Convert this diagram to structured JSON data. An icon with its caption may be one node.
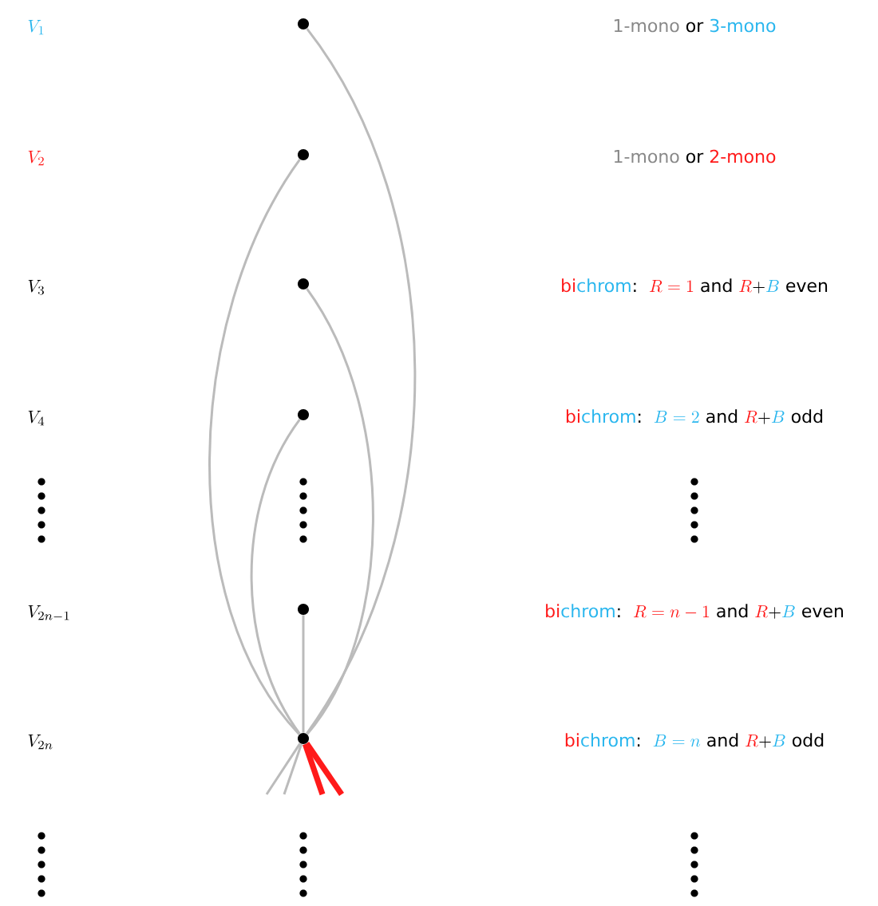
{
  "diagram": {
    "nodes": [
      {
        "text": [],
        "shape": "circle"
      },
      {
        "text": [],
        "shape": "circle"
      },
      {
        "text": [],
        "shape": "circle"
      },
      {
        "text": [],
        "shape": "circle"
      },
      {
        "text": [],
        "shape": "circle"
      },
      {
        "text": [],
        "shape": "circle"
      }
    ],
    "edges": [
      {
        "from": 5,
        "to": 0,
        "arrow": "none"
      },
      {
        "from": 5,
        "to": 1,
        "arrow": "none"
      },
      {
        "from": 5,
        "to": 2,
        "arrow": "none"
      },
      {
        "from": 5,
        "to": 3,
        "arrow": "none"
      },
      {
        "from": 5,
        "to": 4,
        "arrow": "none"
      },
      {
        "from": 5,
        "to": null,
        "arrow": "none"
      },
      {
        "from": 5,
        "to": null,
        "arrow": "none"
      },
      {
        "from": 5,
        "to": null,
        "arrow": "none",
        "style": "thick",
        "color": "#ff1a1a"
      },
      {
        "from": 5,
        "to": null,
        "arrow": "none",
        "style": "thick",
        "color": "#ff1a1a"
      }
    ],
    "labels": [
      "V_1",
      "1-mono",
      "or",
      "3-mono",
      "V_2",
      "1-mono",
      "or",
      "2-mono",
      "V_3",
      "bi",
      "chrom",
      ":",
      "R=1",
      "and",
      "R",
      "+",
      "B",
      "even",
      "V_4",
      "bi",
      "chrom",
      ":",
      "B=2",
      "and",
      "R",
      "+",
      "B",
      "odd",
      "V_{2n-1}",
      "bi",
      "chrom",
      ":",
      "R=n-1",
      "and",
      "R",
      "+",
      "B",
      "even",
      "V_{2n}",
      "bi",
      "chrom",
      ":",
      "B=n",
      "and",
      "R",
      "+",
      "B",
      "odd"
    ]
  }
}
